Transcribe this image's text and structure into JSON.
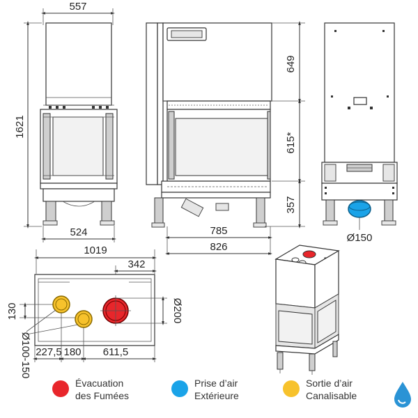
{
  "dimensions": {
    "front_width": "557",
    "total_height": "1621",
    "base_width": "524",
    "upper_height": "649",
    "window_height": "615*",
    "base_height": "357",
    "window_width": "785",
    "total_width": "826",
    "outlet_diameter": "Ø150",
    "top_width": "1019",
    "top_offset": "342",
    "side_offset": "130",
    "flue_diameter": "Ø200",
    "pipe_diameter": "Ø100-150",
    "x1": "227,5",
    "x2": "180",
    "x3": "611,5"
  },
  "legend": [
    {
      "line1": "Évacuation",
      "line2": "des Fumées",
      "color": "#e8262b"
    },
    {
      "line1": "Prise d’air",
      "line2": "Extérieure",
      "color": "#1aa3e8"
    },
    {
      "line1": "Sortie d’air",
      "line2": "Canalisable",
      "color": "#f7c22c"
    }
  ],
  "colors": {
    "red": "#e8262b",
    "blue": "#1aa3e8",
    "yellow": "#f7c22c",
    "brand": "#2a93d5"
  },
  "logo_icon": "water-drop-logo-icon"
}
